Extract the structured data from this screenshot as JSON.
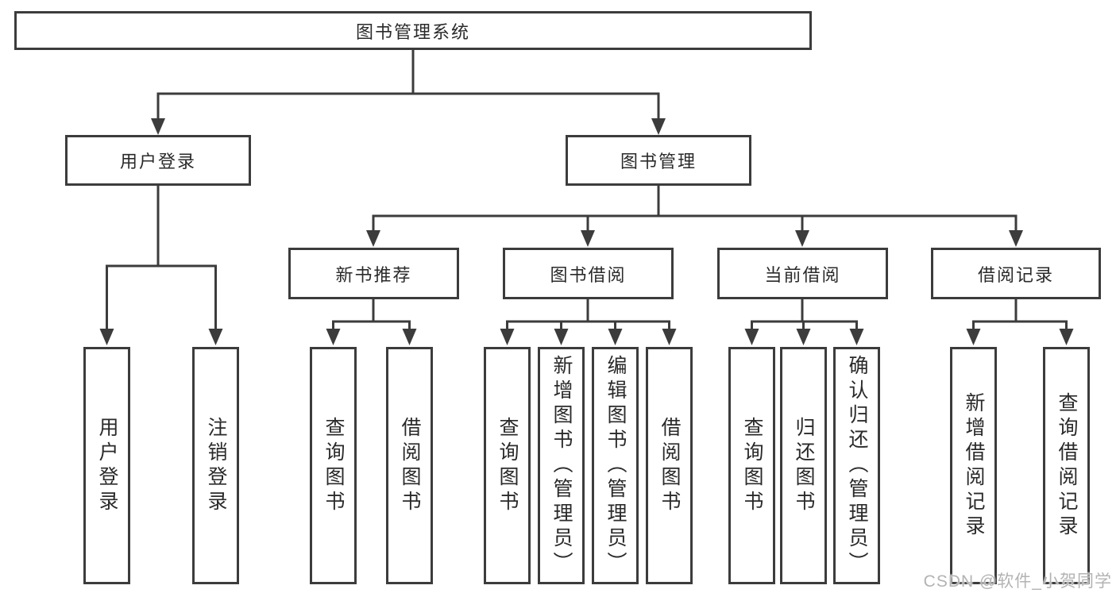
{
  "diagram_title": "图书管理系统",
  "nodes": {
    "root": "图书管理系统",
    "user_login": "用户登录",
    "book_mgmt": "图书管理",
    "new_book_rec": "新书推荐",
    "book_borrow": "图书借阅",
    "current_borrow": "当前借阅",
    "borrow_records": "借阅记录",
    "leaf_user_login": "用户登录",
    "leaf_logout": "注销登录",
    "leaf_query_books_a": "查询图书",
    "leaf_borrow_books_a": "借阅图书",
    "leaf_query_books_b": "查询图书",
    "leaf_add_books_admin": "新增图书（管理员）",
    "leaf_edit_books_admin": "编辑图书（管理员）",
    "leaf_borrow_books_b": "借阅图书",
    "leaf_query_books_c": "查询图书",
    "leaf_return_books": "归还图书",
    "leaf_confirm_return_admin": "确认归还（管理员）",
    "leaf_add_borrow_record": "新增借阅记录",
    "leaf_query_borrow_record": "查询借阅记录"
  },
  "hierarchy": {
    "图书管理系统": {
      "用户登录": [
        "用户登录",
        "注销登录"
      ],
      "图书管理": {
        "新书推荐": [
          "查询图书",
          "借阅图书"
        ],
        "图书借阅": [
          "查询图书",
          "新增图书（管理员）",
          "编辑图书（管理员）",
          "借阅图书"
        ],
        "当前借阅": [
          "查询图书",
          "归还图书",
          "确认归还（管理员）"
        ],
        "借阅记录": [
          "新增借阅记录",
          "查询借阅记录"
        ]
      }
    }
  },
  "watermark": "CSDN @软件_小贺同学",
  "colors": {
    "line": "#3c3c3c",
    "text": "#2a2a2a",
    "background": "#ffffff",
    "watermark": "#b3b3b3"
  }
}
